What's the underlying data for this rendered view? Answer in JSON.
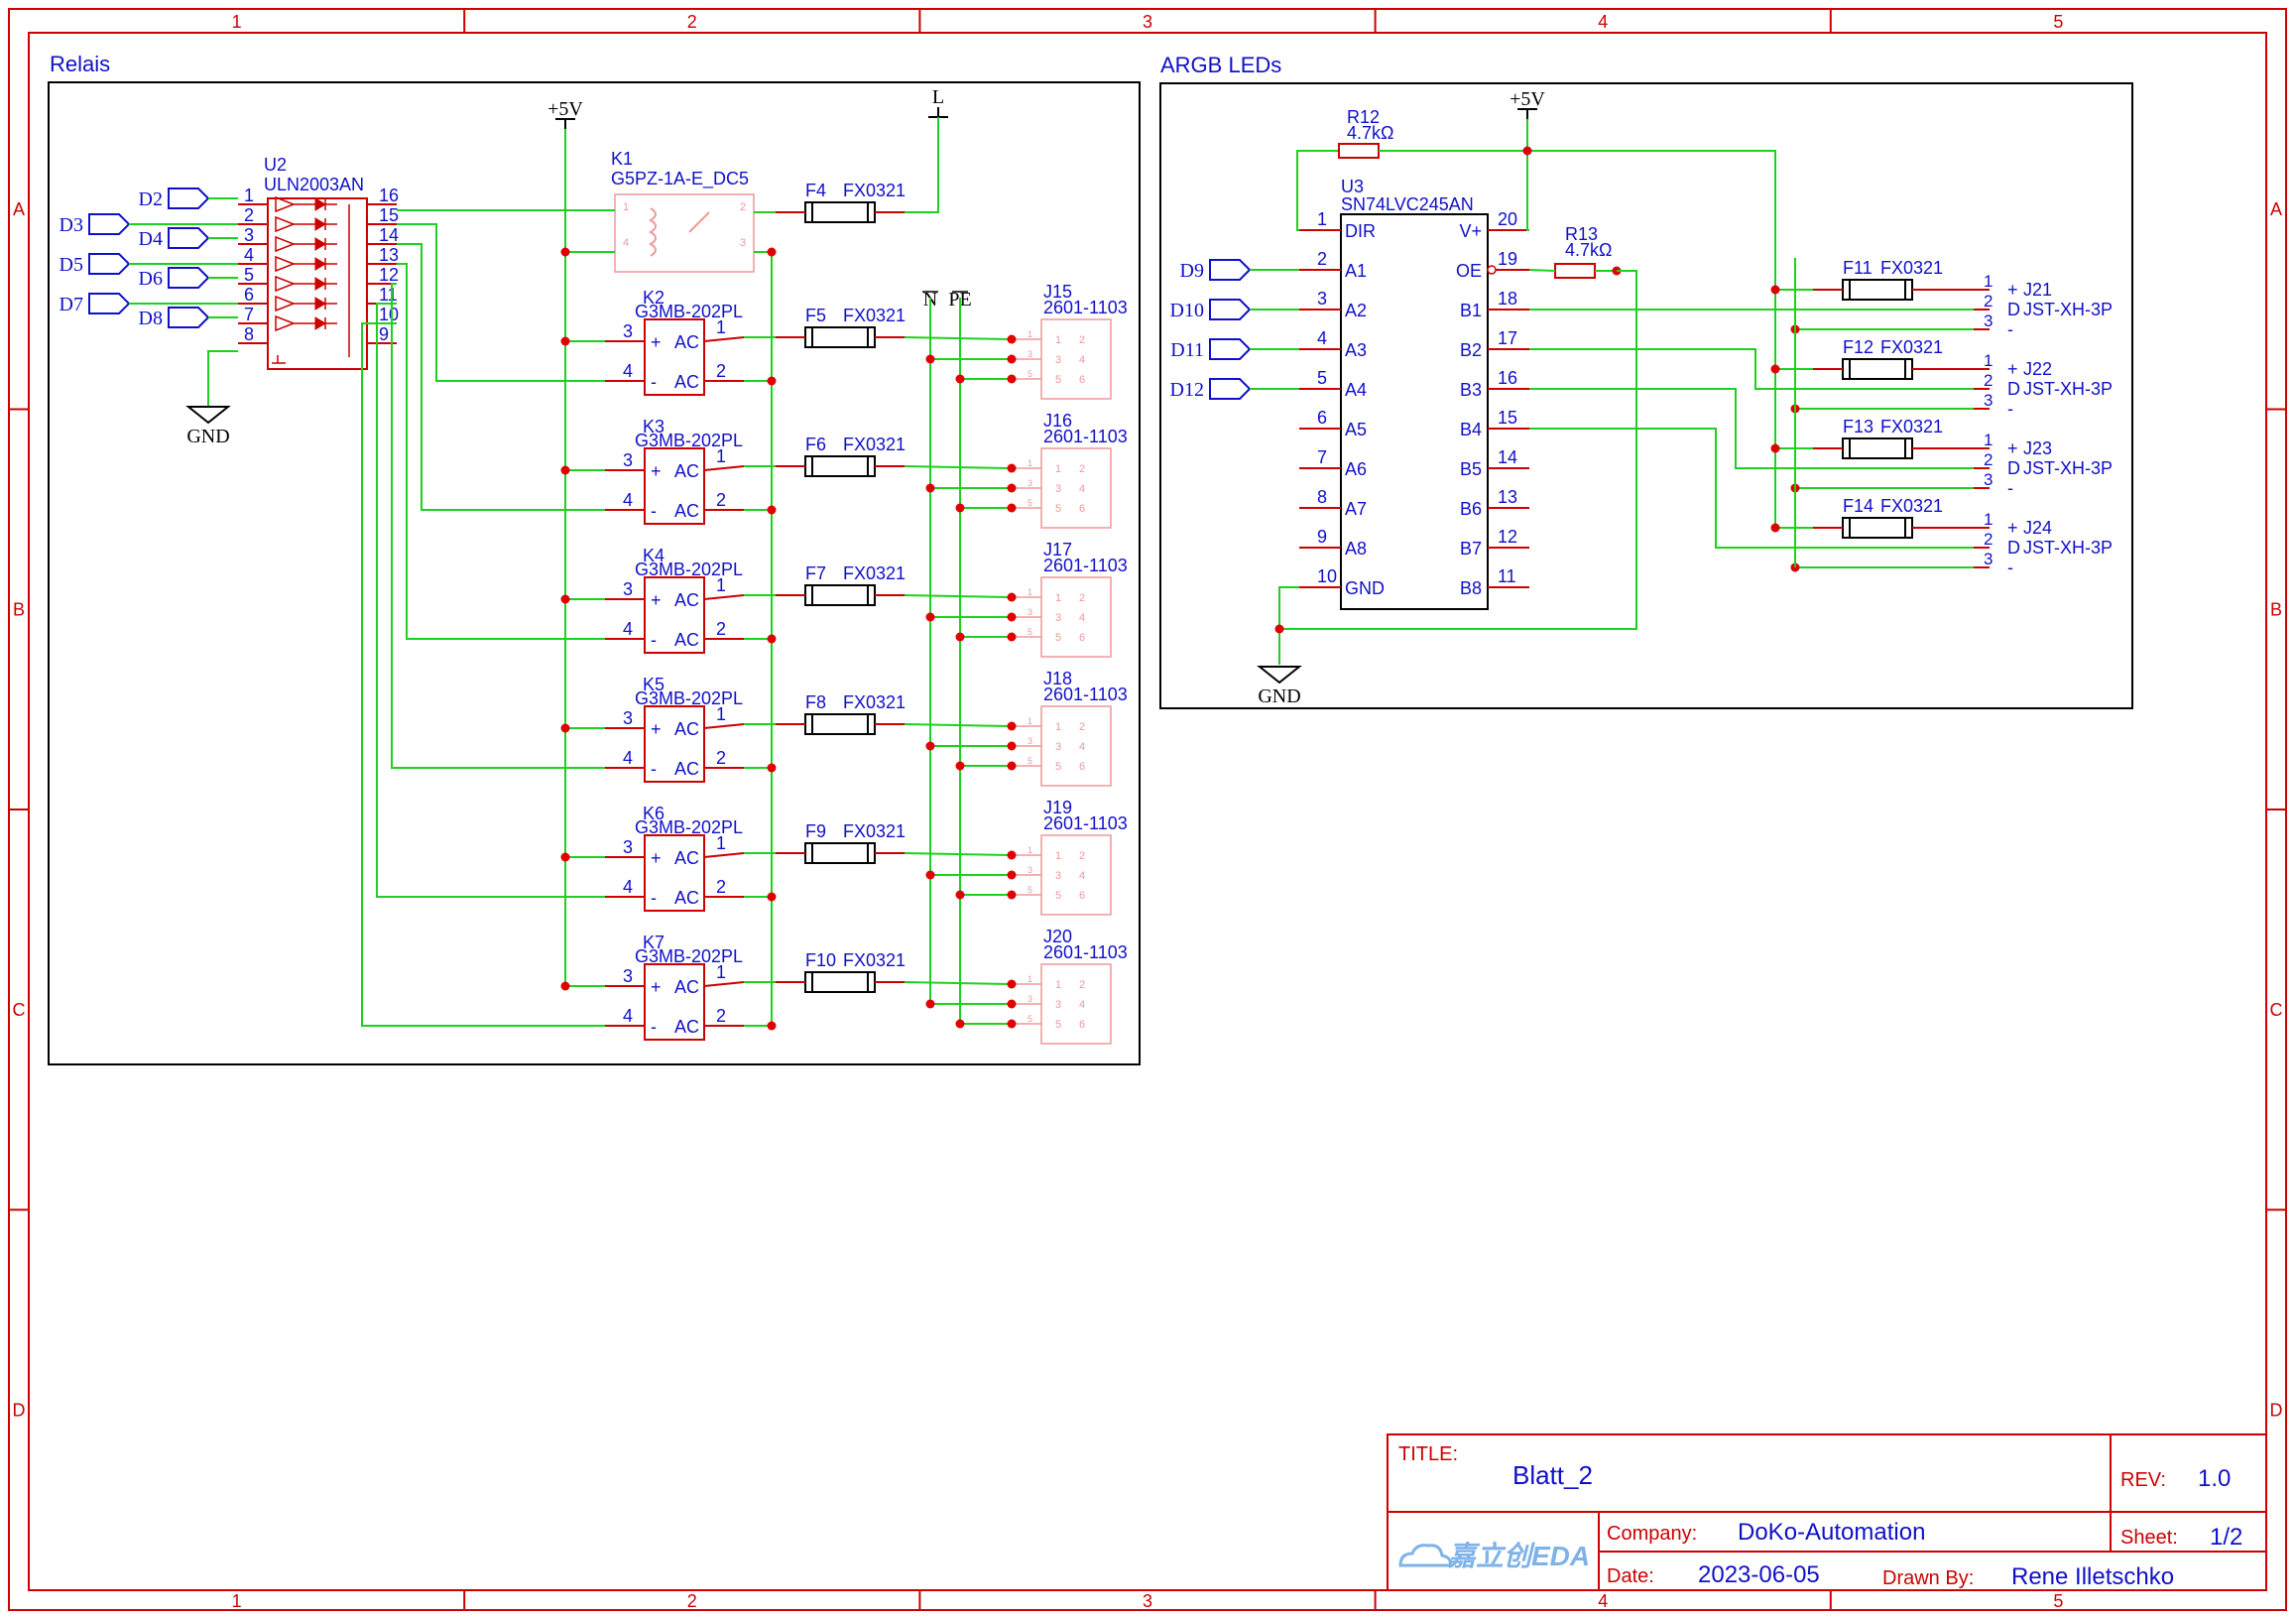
{
  "frame": {
    "columns": [
      "1",
      "2",
      "3",
      "4",
      "5"
    ],
    "rows": [
      "A",
      "B",
      "C",
      "D"
    ]
  },
  "colors": {
    "wire": "#1fd11f",
    "part": "#cc0000",
    "text": "#1010c8",
    "frame": "#cc0000",
    "junction": "#e00000"
  },
  "relais": {
    "title": "Relais",
    "supply": {
      "vcc": "+5V",
      "line": "L",
      "neutral": "N",
      "pe": "PE",
      "gnd": "GND"
    },
    "inputs": [
      "D2",
      "D3",
      "D4",
      "D5",
      "D6",
      "D7",
      "D8"
    ],
    "driver": {
      "ref": "U2",
      "value": "ULN2003AN",
      "left_pins": [
        "1",
        "2",
        "3",
        "4",
        "5",
        "6",
        "7",
        "8"
      ],
      "right_pins": [
        "16",
        "15",
        "14",
        "13",
        "12",
        "11",
        "10",
        "9"
      ]
    },
    "k1": {
      "ref": "K1",
      "value": "G5PZ-1A-E_DC5",
      "pins": [
        "1",
        "2",
        "3",
        "4"
      ]
    },
    "f4": {
      "ref": "F4",
      "value": "FX0321"
    },
    "ssr_pins": {
      "p3": "3",
      "p4": "4",
      "p1": "1",
      "p2": "2",
      "plus": "+",
      "minus": "-",
      "ac": "AC"
    },
    "connector_pins": [
      "1",
      "2",
      "3",
      "4",
      "5",
      "6"
    ],
    "channels": [
      {
        "ref": "K2",
        "value": "G3MB-202PL",
        "fuse_ref": "F5",
        "fuse_value": "FX0321",
        "conn_ref": "J15",
        "conn_value": "2601-1103"
      },
      {
        "ref": "K3",
        "value": "G3MB-202PL",
        "fuse_ref": "F6",
        "fuse_value": "FX0321",
        "conn_ref": "J16",
        "conn_value": "2601-1103"
      },
      {
        "ref": "K4",
        "value": "G3MB-202PL",
        "fuse_ref": "F7",
        "fuse_value": "FX0321",
        "conn_ref": "J17",
        "conn_value": "2601-1103"
      },
      {
        "ref": "K5",
        "value": "G3MB-202PL",
        "fuse_ref": "F8",
        "fuse_value": "FX0321",
        "conn_ref": "J18",
        "conn_value": "2601-1103"
      },
      {
        "ref": "K6",
        "value": "G3MB-202PL",
        "fuse_ref": "F9",
        "fuse_value": "FX0321",
        "conn_ref": "J19",
        "conn_value": "2601-1103"
      },
      {
        "ref": "K7",
        "value": "G3MB-202PL",
        "fuse_ref": "F10",
        "fuse_value": "FX0321",
        "conn_ref": "J20",
        "conn_value": "2601-1103"
      }
    ]
  },
  "argb": {
    "title": "ARGB LEDs",
    "vcc": "+5V",
    "gnd": "GND",
    "r12": {
      "ref": "R12",
      "value": "4.7kΩ"
    },
    "r13": {
      "ref": "R13",
      "value": "4.7kΩ"
    },
    "u3": {
      "ref": "U3",
      "value": "SN74LVC245AN",
      "left": [
        [
          "1",
          "DIR"
        ],
        [
          "2",
          "A1"
        ],
        [
          "3",
          "A2"
        ],
        [
          "4",
          "A3"
        ],
        [
          "5",
          "A4"
        ],
        [
          "6",
          "A5"
        ],
        [
          "7",
          "A6"
        ],
        [
          "8",
          "A7"
        ],
        [
          "9",
          "A8"
        ],
        [
          "10",
          "GND"
        ]
      ],
      "right": [
        [
          "20",
          "V+"
        ],
        [
          "19",
          "OE"
        ],
        [
          "18",
          "B1"
        ],
        [
          "17",
          "B2"
        ],
        [
          "16",
          "B3"
        ],
        [
          "15",
          "B4"
        ],
        [
          "14",
          "B5"
        ],
        [
          "13",
          "B6"
        ],
        [
          "12",
          "B7"
        ],
        [
          "11",
          "B8"
        ]
      ]
    },
    "inputs": [
      "D9",
      "D10",
      "D11",
      "D12"
    ],
    "conn_pins": [
      [
        "1",
        "+"
      ],
      [
        "2",
        "D"
      ],
      [
        "3",
        "-"
      ]
    ],
    "outputs": [
      {
        "fuse_ref": "F11",
        "fuse_value": "FX0321",
        "conn_ref": "J21",
        "conn_value": "JST-XH-3P"
      },
      {
        "fuse_ref": "F12",
        "fuse_value": "FX0321",
        "conn_ref": "J22",
        "conn_value": "JST-XH-3P"
      },
      {
        "fuse_ref": "F13",
        "fuse_value": "FX0321",
        "conn_ref": "J23",
        "conn_value": "JST-XH-3P"
      },
      {
        "fuse_ref": "F14",
        "fuse_value": "FX0321",
        "conn_ref": "J24",
        "conn_value": "JST-XH-3P"
      }
    ]
  },
  "title_block": {
    "title_label": "TITLE:",
    "title": "Blatt_2",
    "rev_label": "REV:",
    "rev": "1.0",
    "company_label": "Company:",
    "company": "DoKo-Automation",
    "sheet_label": "Sheet:",
    "sheet": "1/2",
    "date_label": "Date:",
    "date": "2023-06-05",
    "drawn_label": "Drawn By:",
    "drawn_by": "Rene Illetschko",
    "logo": "嘉立创EDA"
  }
}
